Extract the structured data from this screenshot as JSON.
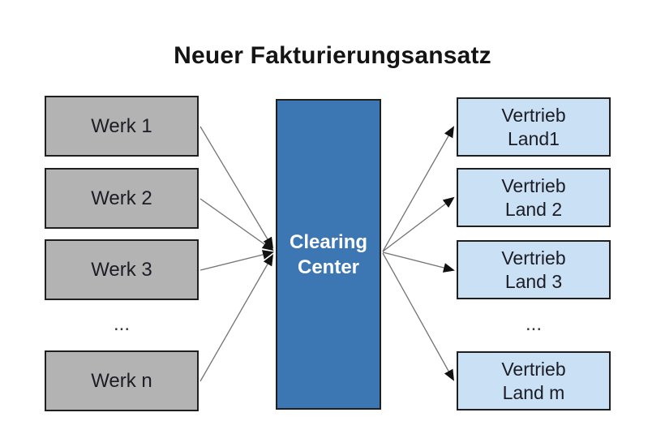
{
  "title": "Neuer Fakturierungsansatz",
  "left_column": {
    "items": [
      {
        "label": "Werk 1"
      },
      {
        "label": "Werk 2"
      },
      {
        "label": "Werk 3"
      },
      {
        "label": "Werk n"
      }
    ],
    "ellipsis": "..."
  },
  "center": {
    "label": "Clearing\nCenter"
  },
  "right_column": {
    "items": [
      {
        "label": "Vertrieb\nLand1"
      },
      {
        "label": "Vertrieb\nLand 2"
      },
      {
        "label": "Vertrieb\nLand 3"
      },
      {
        "label": "Vertrieb\nLand m"
      }
    ],
    "ellipsis": "..."
  },
  "colors": {
    "plant_box_fill": "#b3b3b3",
    "clearing_box_fill": "#3d77b3",
    "sales_box_fill": "#c9e0f5",
    "box_border": "#1f1f1f",
    "clearing_text": "#ffffff",
    "arrow_line": "#737373",
    "arrow_head": "#111111"
  }
}
